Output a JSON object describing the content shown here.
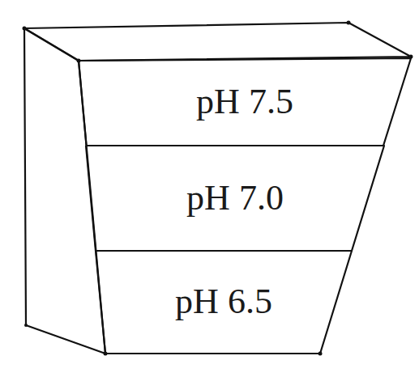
{
  "diagram": {
    "nodes": [
      {
        "text": [
          "pH 7.5"
        ]
      },
      {
        "text": [
          "pH 7.0"
        ]
      },
      {
        "text": [
          "pH 6.5"
        ]
      }
    ]
  }
}
